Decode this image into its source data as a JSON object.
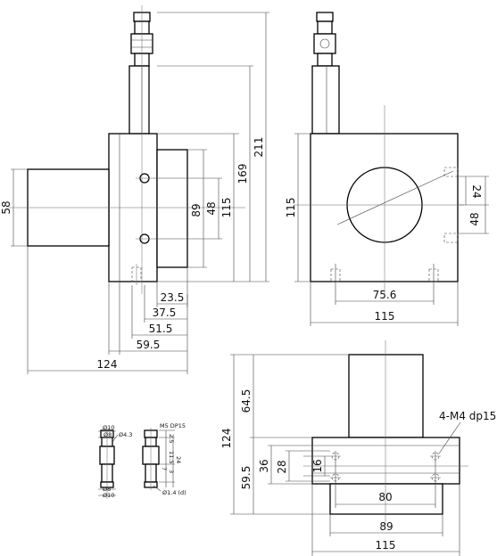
{
  "front_view": {
    "dims_vertical": [
      "211",
      "169",
      "115",
      "89",
      "48",
      "58"
    ],
    "dims_horizontal": [
      "23.5",
      "37.5",
      "51.5",
      "59.5",
      "124"
    ]
  },
  "side_view": {
    "dims_vertical": [
      "115",
      "24",
      "48"
    ],
    "dims_horizontal": [
      "75.6",
      "115"
    ]
  },
  "top_view": {
    "dims_vertical": [
      "64.5",
      "124",
      "59.5",
      "36",
      "28",
      "16"
    ],
    "dims_horizontal": [
      "80",
      "89",
      "115"
    ],
    "hole_note": "4-M4 dp15"
  },
  "detail": {
    "left_labels": [
      "Ø10",
      "Ø8",
      "Ø4.3",
      "Ø8",
      "Ø10"
    ],
    "right_labels": [
      "M5 DP15",
      "2.5",
      "11.5",
      "24",
      "7",
      "3",
      "Ø1.4 (d)"
    ]
  }
}
